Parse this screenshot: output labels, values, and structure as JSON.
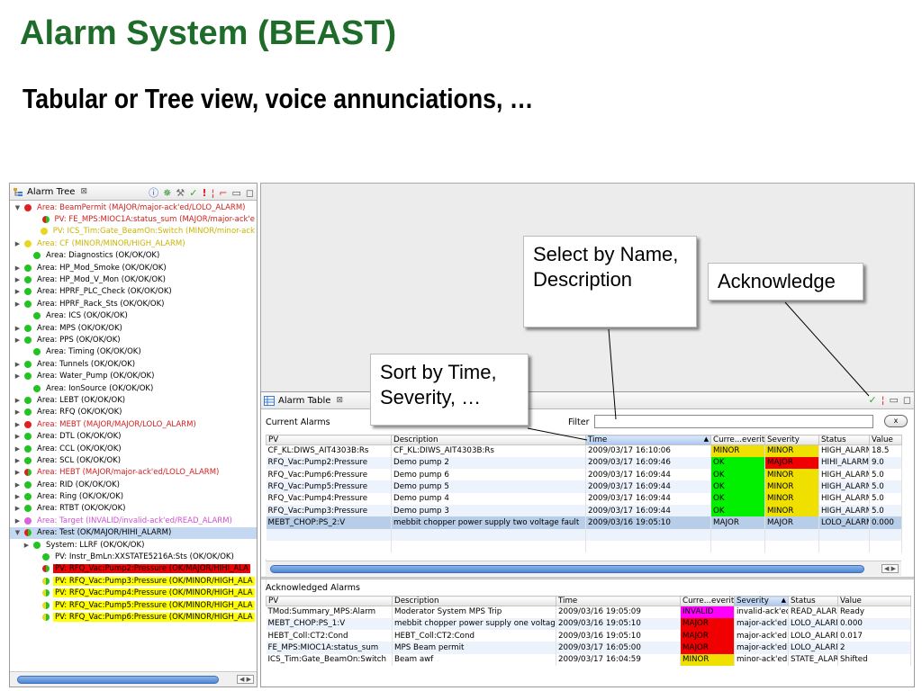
{
  "slide": {
    "title": "Alarm System (BEAST)",
    "subtitle": "Tabular or Tree view, voice annunciations, …"
  },
  "tree": {
    "tab_label": "Alarm Tree",
    "rows": [
      {
        "depth": 0,
        "twisty": "▼",
        "icon": "red",
        "text": "Area: BeamPermit (MAJOR/major-ack'ed/LOLO_ALARM)",
        "style": "red-text"
      },
      {
        "depth": 2,
        "twisty": "",
        "icon": "half",
        "text": "PV: FE_MPS:MIOC1A:status_sum (MAJOR/major-ack'e",
        "style": "red-text"
      },
      {
        "depth": 2,
        "twisty": "",
        "icon": "yellow",
        "text": "PV: ICS_Tim:Gate_BeamOn:Switch (MINOR/minor-ack",
        "style": "yel-text"
      },
      {
        "depth": 0,
        "twisty": "▶",
        "icon": "yellow",
        "text": "Area: CF (MINOR/MINOR/HIGH_ALARM)",
        "style": "yel-text"
      },
      {
        "depth": 1,
        "twisty": "",
        "icon": "green",
        "text": "Area: Diagnostics (OK/OK/OK)",
        "style": ""
      },
      {
        "depth": 0,
        "twisty": "▶",
        "icon": "green",
        "text": "Area: HP_Mod_Smoke (OK/OK/OK)",
        "style": ""
      },
      {
        "depth": 0,
        "twisty": "▶",
        "icon": "green",
        "text": "Area: HP_Mod_V_Mon (OK/OK/OK)",
        "style": ""
      },
      {
        "depth": 0,
        "twisty": "▶",
        "icon": "green",
        "text": "Area: HPRF_PLC_Check (OK/OK/OK)",
        "style": ""
      },
      {
        "depth": 0,
        "twisty": "▶",
        "icon": "green",
        "text": "Area: HPRF_Rack_Sts (OK/OK/OK)",
        "style": ""
      },
      {
        "depth": 1,
        "twisty": "",
        "icon": "green",
        "text": "Area: ICS (OK/OK/OK)",
        "style": ""
      },
      {
        "depth": 0,
        "twisty": "▶",
        "icon": "green",
        "text": "Area: MPS (OK/OK/OK)",
        "style": ""
      },
      {
        "depth": 0,
        "twisty": "▶",
        "icon": "green",
        "text": "Area: PPS (OK/OK/OK)",
        "style": ""
      },
      {
        "depth": 1,
        "twisty": "",
        "icon": "green",
        "text": "Area: Timing (OK/OK/OK)",
        "style": ""
      },
      {
        "depth": 0,
        "twisty": "▶",
        "icon": "green",
        "text": "Area: Tunnels (OK/OK/OK)",
        "style": ""
      },
      {
        "depth": 0,
        "twisty": "▶",
        "icon": "green",
        "text": "Area: Water_Pump (OK/OK/OK)",
        "style": ""
      },
      {
        "depth": 1,
        "twisty": "",
        "icon": "green",
        "text": "Area: IonSource (OK/OK/OK)",
        "style": ""
      },
      {
        "depth": 0,
        "twisty": "▶",
        "icon": "green",
        "text": "Area: LEBT (OK/OK/OK)",
        "style": ""
      },
      {
        "depth": 0,
        "twisty": "▶",
        "icon": "green",
        "text": "Area: RFQ (OK/OK/OK)",
        "style": ""
      },
      {
        "depth": 0,
        "twisty": "▶",
        "icon": "red",
        "text": "Area: MEBT (MAJOR/MAJOR/LOLO_ALARM)",
        "style": "red-text"
      },
      {
        "depth": 0,
        "twisty": "▶",
        "icon": "green",
        "text": "Area: DTL (OK/OK/OK)",
        "style": ""
      },
      {
        "depth": 0,
        "twisty": "▶",
        "icon": "green",
        "text": "Area: CCL (OK/OK/OK)",
        "style": ""
      },
      {
        "depth": 0,
        "twisty": "▶",
        "icon": "green",
        "text": "Area: SCL (OK/OK/OK)",
        "style": ""
      },
      {
        "depth": 0,
        "twisty": "▶",
        "icon": "half",
        "text": "Area: HEBT (MAJOR/major-ack'ed/LOLO_ALARM)",
        "style": "red-text"
      },
      {
        "depth": 0,
        "twisty": "▶",
        "icon": "green",
        "text": "Area: RID (OK/OK/OK)",
        "style": ""
      },
      {
        "depth": 0,
        "twisty": "▶",
        "icon": "green",
        "text": "Area: Ring (OK/OK/OK)",
        "style": ""
      },
      {
        "depth": 0,
        "twisty": "▶",
        "icon": "green",
        "text": "Area: RTBT (OK/OK/OK)",
        "style": ""
      },
      {
        "depth": 0,
        "twisty": "▶",
        "icon": "magenta",
        "text": "Area: Target (INVALID/invalid-ack'ed/READ_ALARM)",
        "style": "mag-text"
      },
      {
        "depth": 0,
        "twisty": "▼",
        "icon": "half",
        "text": "Area: Test (OK/MAJOR/HIHI_ALARM)",
        "style": "",
        "selected": true
      },
      {
        "depth": 1,
        "twisty": "▶",
        "icon": "green",
        "text": "System: LLRF (OK/OK/OK)",
        "style": ""
      },
      {
        "depth": 2,
        "twisty": "",
        "icon": "green",
        "text": "PV: Instr_BmLn:XXSTATE5216A:Sts (OK/OK/OK)",
        "style": ""
      },
      {
        "depth": 2,
        "twisty": "",
        "icon": "half",
        "text": "PV: RFQ_Vac:Pump2:Pressure (OK/MAJOR/HIHI_ALA",
        "style": "hl-red"
      },
      {
        "depth": 2,
        "twisty": "",
        "icon": "halfy",
        "text": "PV: RFQ_Vac:Pump3:Pressure (OK/MINOR/HIGH_ALA",
        "style": "hl-yel"
      },
      {
        "depth": 2,
        "twisty": "",
        "icon": "halfy",
        "text": "PV: RFQ_Vac:Pump4:Pressure (OK/MINOR/HIGH_ALA",
        "style": "hl-yel"
      },
      {
        "depth": 2,
        "twisty": "",
        "icon": "halfy",
        "text": "PV: RFQ_Vac:Pump5:Pressure (OK/MINOR/HIGH_ALA",
        "style": "hl-yel"
      },
      {
        "depth": 2,
        "twisty": "",
        "icon": "halfy",
        "text": "PV: RFQ_Vac:Pump6:Pressure (OK/MINOR/HIGH_ALA",
        "style": "hl-yel"
      }
    ]
  },
  "table_view": {
    "tab_label": "Alarm Table",
    "current": {
      "label": "Current Alarms",
      "filter_label": "Filter",
      "clear_label": "x",
      "headers": [
        "PV",
        "Description",
        "Time",
        "Curre...everity",
        "Severity",
        "Status",
        "Value"
      ],
      "rows": [
        {
          "cells": [
            "CF_KL:DIWS_AIT4303B:Rs",
            "CF_KL:DIWS_AIT4303B:Rs",
            "2009/03/17 16:10:06",
            "MINOR",
            "MINOR",
            "HIGH_ALARM",
            "18.5"
          ],
          "colors": [
            "",
            "",
            "",
            "yellow",
            "yellow",
            "",
            ""
          ]
        },
        {
          "cells": [
            "RFQ_Vac:Pump2:Pressure",
            "Demo pump 2",
            "2009/03/17 16:09:46",
            "OK",
            "MAJOR",
            "HIHI_ALARM",
            "9.0"
          ],
          "colors": [
            "",
            "",
            "",
            "green",
            "red",
            "",
            ""
          ]
        },
        {
          "cells": [
            "RFQ_Vac:Pump6:Pressure",
            "Demo pump 6",
            "2009/03/17 16:09:44",
            "OK",
            "MINOR",
            "HIGH_ALARM",
            "5.0"
          ],
          "colors": [
            "",
            "",
            "",
            "green",
            "yellow",
            "",
            ""
          ]
        },
        {
          "cells": [
            "RFQ_Vac:Pump5:Pressure",
            "Demo pump 5",
            "2009/03/17 16:09:44",
            "OK",
            "MINOR",
            "HIGH_ALARM",
            "5.0"
          ],
          "colors": [
            "",
            "",
            "",
            "green",
            "yellow",
            "",
            ""
          ]
        },
        {
          "cells": [
            "RFQ_Vac:Pump4:Pressure",
            "Demo pump 4",
            "2009/03/17 16:09:44",
            "OK",
            "MINOR",
            "HIGH_ALARM",
            "5.0"
          ],
          "colors": [
            "",
            "",
            "",
            "green",
            "yellow",
            "",
            ""
          ]
        },
        {
          "cells": [
            "RFQ_Vac:Pump3:Pressure",
            "Demo pump 3",
            "2009/03/17 16:09:44",
            "OK",
            "MINOR",
            "HIGH_ALARM",
            "5.0"
          ],
          "colors": [
            "",
            "",
            "",
            "green",
            "yellow",
            "",
            ""
          ]
        },
        {
          "cells": [
            "MEBT_CHOP:PS_2:V",
            "mebbit chopper power supply two voltage fault",
            "2009/03/16 19:05:10",
            "MAJOR",
            "MAJOR",
            "LOLO_ALARM",
            "0.000"
          ],
          "colors": [
            "",
            "",
            "",
            "",
            "",
            "",
            ""
          ],
          "selected": true
        }
      ]
    },
    "acknowledged": {
      "label": "Acknowledged Alarms",
      "headers": [
        "PV",
        "Description",
        "Time",
        "Curre...everity",
        "Severity",
        "Status",
        "Value"
      ],
      "rows": [
        {
          "cells": [
            "TMod:Summary_MPS:Alarm",
            "Moderator System MPS Trip",
            "2009/03/16 19:05:09",
            "INVALID",
            "invalid-ack'ed",
            "READ_ALARM",
            "Ready"
          ],
          "colors": [
            "",
            "",
            "",
            "magenta",
            "",
            "",
            ""
          ]
        },
        {
          "cells": [
            "MEBT_CHOP:PS_1:V",
            "mebbit chopper power supply one voltage f",
            "2009/03/16 19:05:10",
            "MAJOR",
            "major-ack'ed",
            "LOLO_ALARM",
            "0.000"
          ],
          "colors": [
            "",
            "",
            "",
            "red",
            "",
            "",
            ""
          ]
        },
        {
          "cells": [
            "HEBT_Coll:CT2:Cond",
            "HEBT_Coll:CT2:Cond",
            "2009/03/16 19:05:10",
            "MAJOR",
            "major-ack'ed",
            "LOLO_ALARM",
            "0.017"
          ],
          "colors": [
            "",
            "",
            "",
            "red",
            "",
            "",
            ""
          ]
        },
        {
          "cells": [
            "FE_MPS:MIOC1A:status_sum",
            "MPS Beam permit",
            "2009/03/17 16:05:00",
            "MAJOR",
            "major-ack'ed",
            "LOLO_ALARM",
            "2"
          ],
          "colors": [
            "",
            "",
            "",
            "red",
            "",
            "",
            ""
          ]
        },
        {
          "cells": [
            "ICS_Tim:Gate_BeamOn:Switch",
            "Beam awf",
            "2009/03/17 16:04:59",
            "MINOR",
            "minor-ack'ed",
            "STATE_ALARM",
            "Shifted"
          ],
          "colors": [
            "",
            "",
            "",
            "yellow",
            "",
            "",
            ""
          ]
        }
      ]
    }
  },
  "callouts": {
    "select": "Select by Name, Description",
    "sort": "Sort by Time, Severity, …",
    "ack": "Acknowledge"
  },
  "colors": {
    "title_green": "#1e6b2a",
    "status_green": "#00f000",
    "status_yellow": "#f0e000",
    "status_red": "#f00000",
    "status_magenta": "#ff00ff"
  }
}
